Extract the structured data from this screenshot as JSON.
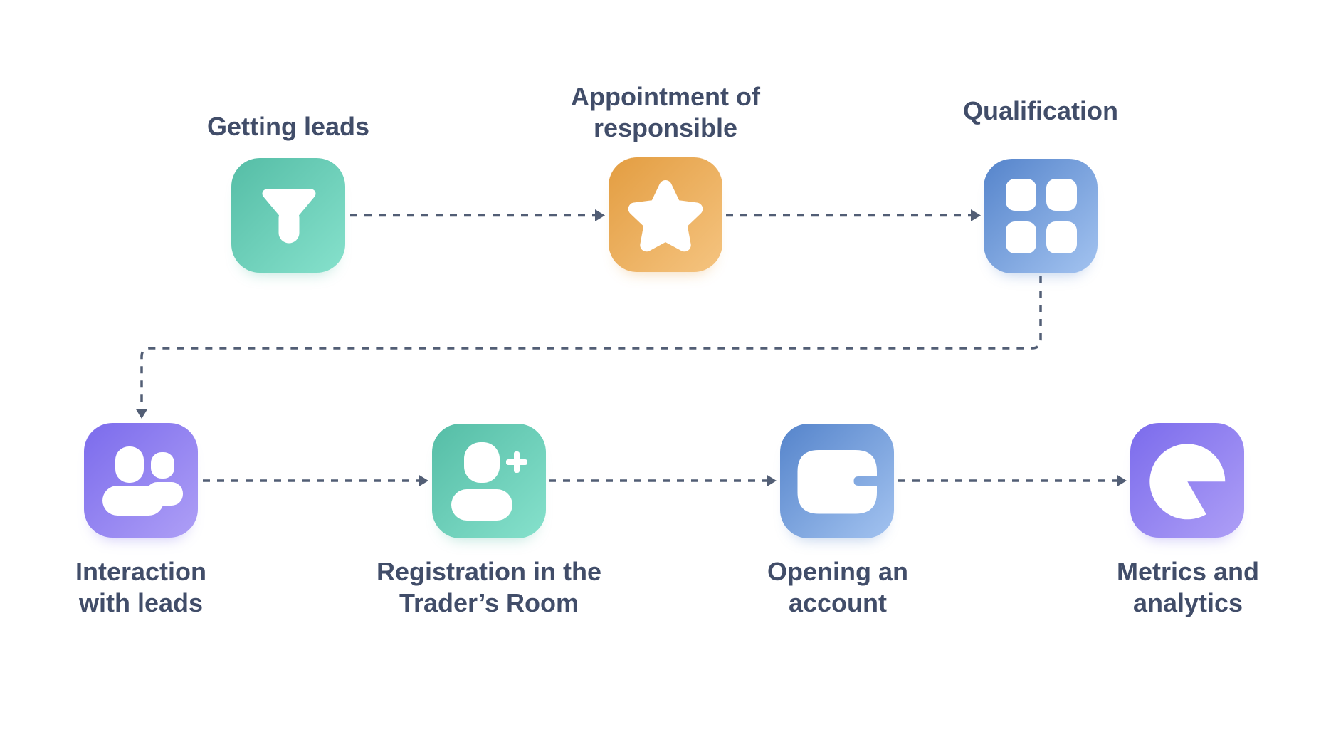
{
  "diagram": {
    "background_color": "#ffffff",
    "label_color": "#414d69",
    "connector_color": "#525e75",
    "connector_style": "dashed-arrow",
    "steps": [
      {
        "id": 1,
        "label": "Getting leads",
        "label_lines": [
          "Getting leads"
        ],
        "icon": "funnel",
        "tile_color_from": "#55bda6",
        "tile_color_to": "#86e1cc",
        "row": 1
      },
      {
        "id": 2,
        "label": "Appointment of responsible",
        "label_lines": [
          "Appointment of",
          "responsible"
        ],
        "icon": "star",
        "tile_color_from": "#e39d41",
        "tile_color_to": "#f5c480",
        "row": 1
      },
      {
        "id": 3,
        "label": "Qualification",
        "label_lines": [
          "Qualification"
        ],
        "icon": "grid",
        "tile_color_from": "#5584cb",
        "tile_color_to": "#a3c3f0",
        "row": 1
      },
      {
        "id": 4,
        "label": "Interaction with leads",
        "label_lines": [
          "Interaction",
          "with leads"
        ],
        "icon": "users",
        "tile_color_from": "#7b6bec",
        "tile_color_to": "#ae9ff6",
        "row": 2
      },
      {
        "id": 5,
        "label": "Registration in the Trader’s Room",
        "label_lines": [
          "Registration in the",
          "Trader’s Room"
        ],
        "icon": "user-plus",
        "tile_color_from": "#55bda6",
        "tile_color_to": "#86e1cc",
        "row": 2
      },
      {
        "id": 6,
        "label": "Opening an account",
        "label_lines": [
          "Opening an",
          "account"
        ],
        "icon": "wallet",
        "tile_color_from": "#5584cb",
        "tile_color_to": "#a3c3f0",
        "row": 2
      },
      {
        "id": 7,
        "label": "Metrics and analytics",
        "label_lines": [
          "Metrics and",
          "analytics"
        ],
        "icon": "pie-chart",
        "tile_color_from": "#7b6bec",
        "tile_color_to": "#ae9ff6",
        "row": 2
      }
    ]
  }
}
